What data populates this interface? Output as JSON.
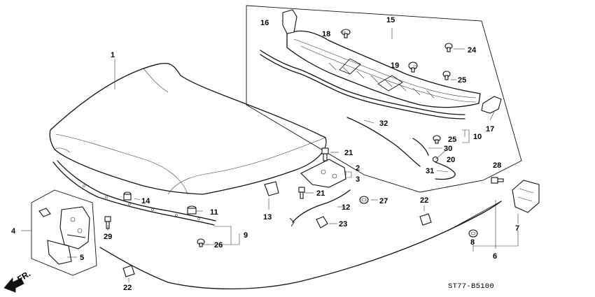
{
  "diagram": {
    "code": "ST77-B5100",
    "front_marker": "FR."
  },
  "labels": {
    "l1": "1",
    "l2": "2",
    "l3": "3",
    "l4": "4",
    "l5": "5",
    "l6": "6",
    "l7": "7",
    "l8": "8",
    "l9": "9",
    "l10": "10",
    "l11": "11",
    "l12": "12",
    "l13": "13",
    "l14": "14",
    "l15": "15",
    "l16": "16",
    "l17": "17",
    "l18": "18",
    "l19": "19",
    "l20": "20",
    "l21a": "21",
    "l21b": "21",
    "l22a": "22",
    "l22b": "22",
    "l23": "23",
    "l24": "24",
    "l25a": "25",
    "l25b": "25",
    "l26": "26",
    "l27": "27",
    "l28": "28",
    "l29": "29",
    "l30": "30",
    "l31": "31",
    "l32": "32"
  }
}
